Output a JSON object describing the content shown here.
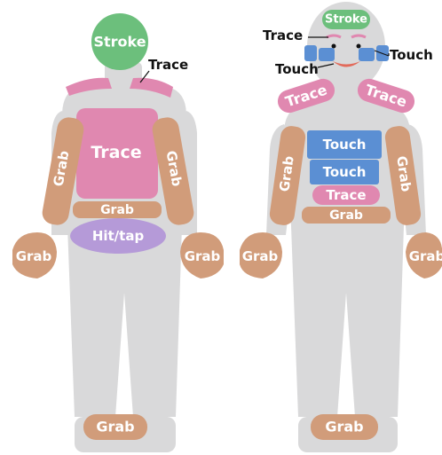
{
  "colors": {
    "body": "#d9d9da",
    "grab": "#d19c7a",
    "trace": "#e088b0",
    "touch": "#5b8fd3",
    "stroke": "#6cbf7c",
    "hit_tap": "#b59ad8",
    "outline_dark": "#111111"
  },
  "left_figure": {
    "head_label": "Stroke",
    "shoulder_callout": "Trace",
    "chest_label": "Trace",
    "left_arm_label": "Grab",
    "right_arm_label": "Grab",
    "waist_label": "Grab",
    "pelvis_label": "Hit/tap",
    "left_hand_label": "Grab",
    "right_hand_label": "Grab",
    "ankle_label": "Grab"
  },
  "right_figure": {
    "head_label": "Stroke",
    "brow_callout": "Trace",
    "cheek_callout": "Touch",
    "mouth_callout": "Touch",
    "left_shoulder_label": "Trace",
    "right_shoulder_label": "Trace",
    "chest_upper_label": "Touch",
    "chest_lower_label": "Touch",
    "belly_label": "Trace",
    "waist_label": "Grab",
    "left_hand_label": "Grab",
    "right_hand_label": "Grab",
    "ankle_label": "Grab"
  }
}
